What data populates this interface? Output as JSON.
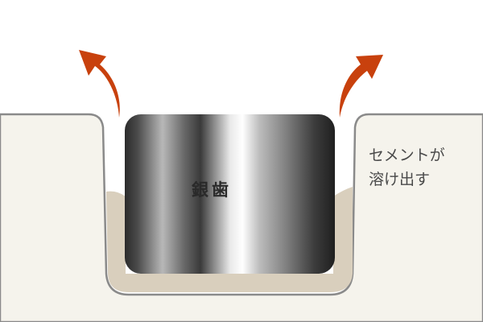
{
  "crown": {
    "label": "銀歯"
  },
  "annotation": {
    "line1": "セメントが",
    "line2": "溶け出す"
  },
  "colors": {
    "arrow": "#c8410d",
    "tooth": "#f5f3ec",
    "tooth_outline": "#8a8a8a",
    "cement": "#d9cfbd"
  },
  "icons": {
    "left_arrow": "curved-arrow-up-left-icon",
    "right_arrow": "curved-arrow-up-right-icon"
  }
}
